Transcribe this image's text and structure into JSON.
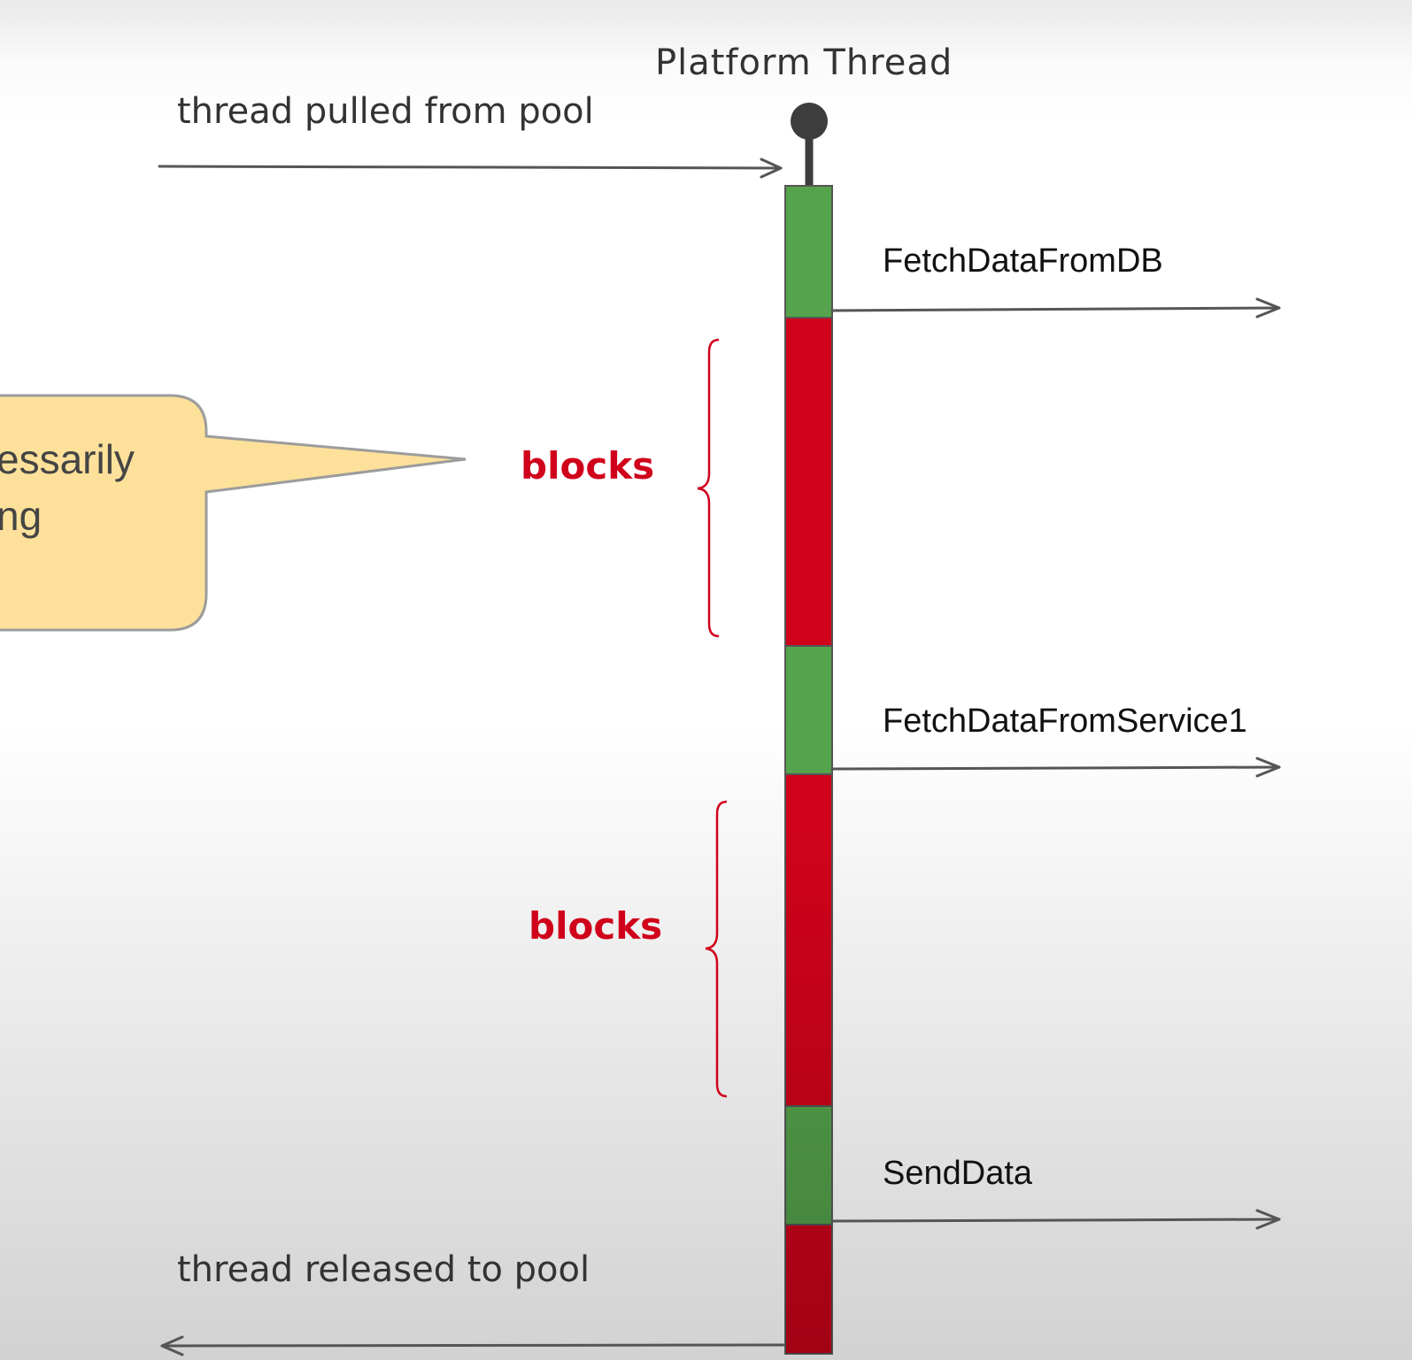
{
  "diagram": {
    "title": "Platform Thread",
    "start_label": "thread pulled from pool",
    "end_label": "thread released to pool",
    "blocks_label_1": "blocks",
    "blocks_label_2": "blocks",
    "calls": [
      {
        "label": "FetchDataFromDB"
      },
      {
        "label": "FetchDataFromService1"
      },
      {
        "label": "SendData"
      }
    ],
    "callout": {
      "line1": "essarily",
      "line2": "ng"
    },
    "segments": [
      "running",
      "blocked",
      "running",
      "blocked",
      "running",
      "blocked"
    ],
    "colors": {
      "running": "#55a34c",
      "blocked": "#d0021b",
      "callout_fill": "#fde19a",
      "callout_stroke": "#999999",
      "arrow": "#555555",
      "label_red": "#d0021b"
    }
  }
}
